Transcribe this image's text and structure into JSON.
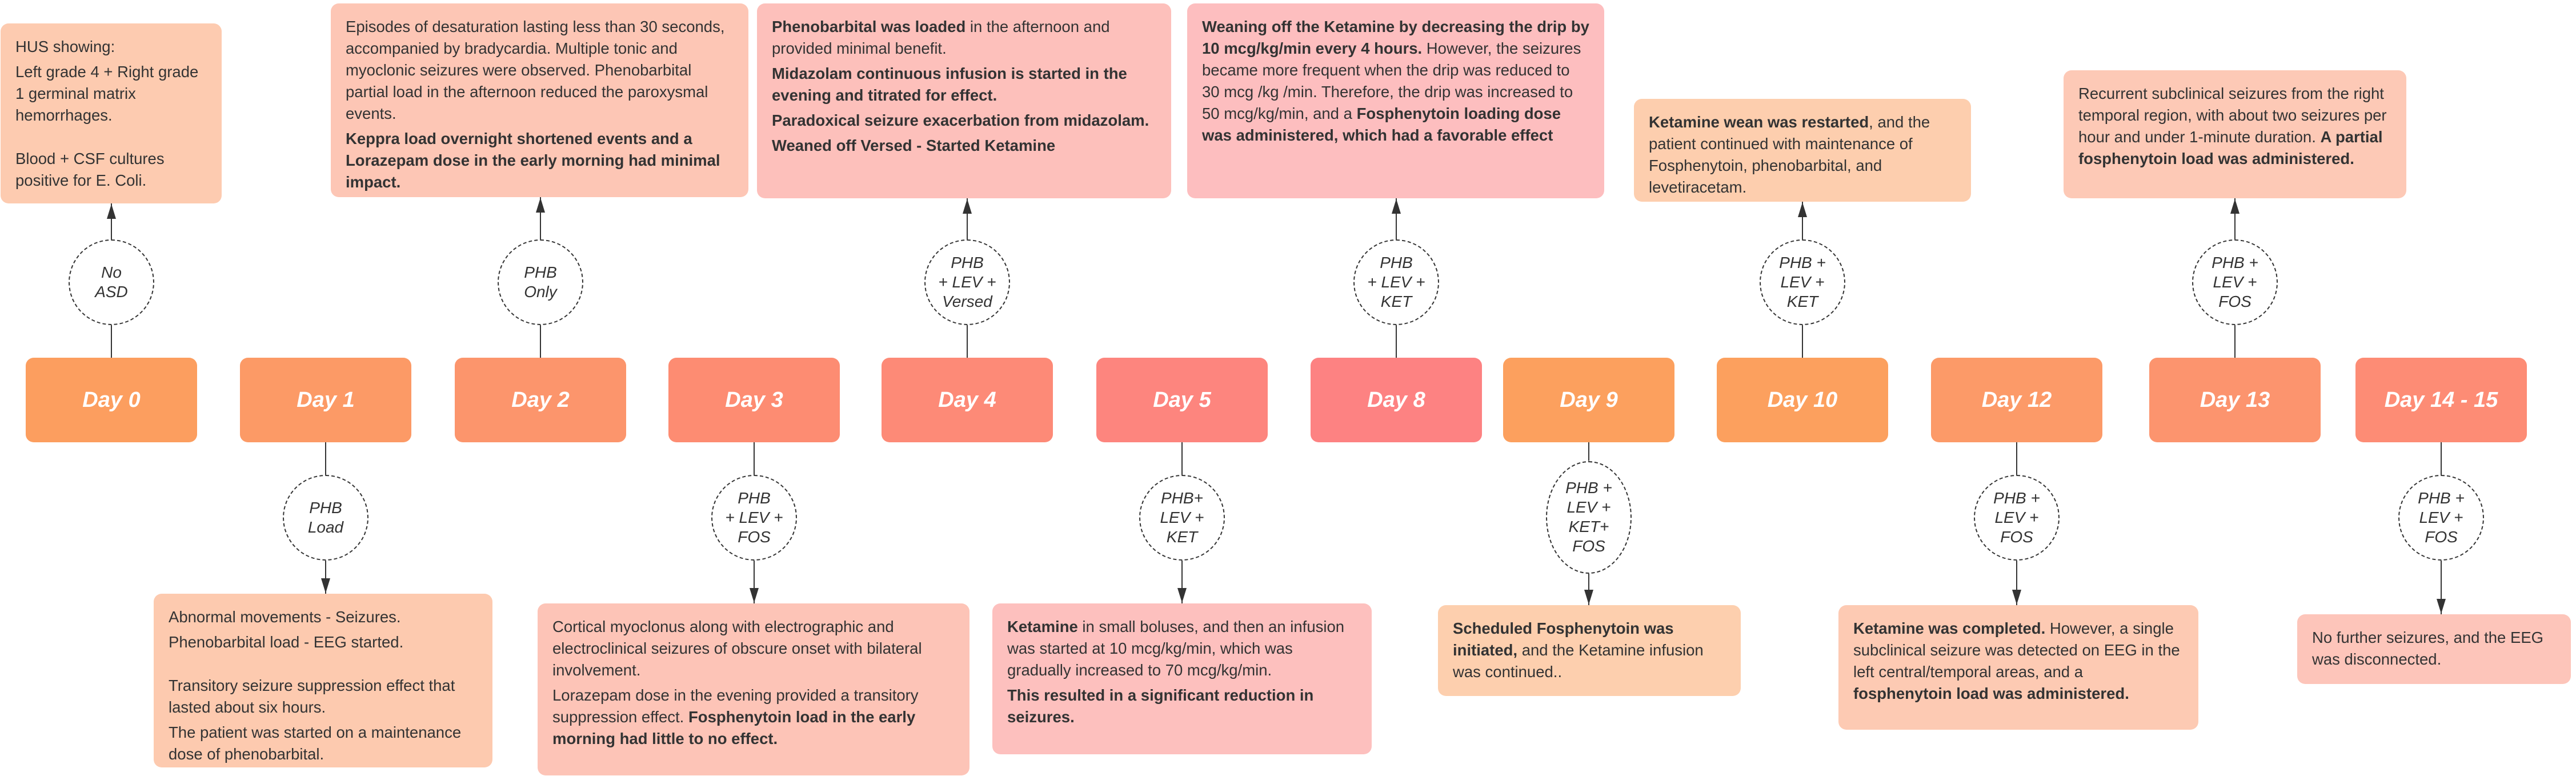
{
  "timeline": {
    "days": [
      {
        "label": "Day 0",
        "color": "#FC9E5F",
        "regimen": [
          "No",
          "ASD"
        ],
        "note_color": "#FDCBB0",
        "note": [
          {
            "segments": [
              {
                "text": "HUS showing:",
                "bold": false
              }
            ]
          },
          {
            "segments": [
              {
                "text": "Left grade 4 + Right grade 1 germinal matrix hemorrhages.",
                "bold": false
              }
            ]
          },
          {
            "spaced": true,
            "segments": [
              {
                "text": "Blood  + CSF cultures positive for E. Coli.",
                "bold": false
              }
            ]
          }
        ]
      },
      {
        "label": "Day 1",
        "color": "#FC9A66",
        "regimen": [
          "PHB",
          "Load"
        ],
        "note_color": "#FDCAAF",
        "note": [
          {
            "segments": [
              {
                "text": "Abnormal movements - Seizures.",
                "bold": false
              }
            ]
          },
          {
            "segments": [
              {
                "text": "Phenobarbital load - EEG started.",
                "bold": false
              }
            ]
          },
          {
            "spaced": true,
            "segments": [
              {
                "text": "Transitory seizure suppression effect that lasted about six hours.",
                "bold": false
              }
            ]
          },
          {
            "segments": [
              {
                "text": "The patient was started on a maintenance dose of phenobarbital.",
                "bold": false
              }
            ]
          }
        ]
      },
      {
        "label": "Day 2",
        "color": "#FC956C",
        "regimen": [
          "PHB",
          "Only"
        ],
        "note_color": "#FDC6B5",
        "note": [
          {
            "segments": [
              {
                "text": " Episodes of desaturation lasting less than 30 seconds, accompanied by bradycardia. Multiple tonic and myoclonic seizures were observed. Phenobarbital partial load in the afternoon reduced the paroxysmal events.",
                "bold": false
              }
            ]
          },
          {
            "segments": [
              {
                "text": "Keppra load overnight shortened events and a Lorazepam dose in the early morning had minimal impact.",
                "bold": true
              }
            ]
          }
        ]
      },
      {
        "label": "Day 3",
        "color": "#FD8C72",
        "regimen": [
          "PHB",
          "+ LEV +",
          "FOS"
        ],
        "note_color": "#FDC4B7",
        "note": [
          {
            "segments": [
              {
                "text": "Cortical myoclonus along with electrographic and electroclinical seizures of obscure onset with bilateral involvement.",
                "bold": false
              }
            ]
          },
          {
            "segments": [
              {
                "text": "Lorazepam dose in the evening provided a transitory suppression effect. ",
                "bold": false
              },
              {
                "text": "Fosphenytoin load in the early morning had little to no effect.",
                "bold": true
              }
            ]
          }
        ]
      },
      {
        "label": "Day 4",
        "color": "#FD8A77",
        "regimen": [
          "PHB",
          "+ LEV +",
          "Versed"
        ],
        "note_color": "#FDC0BB",
        "note": [
          {
            "segments": [
              {
                "text": "Phenobarbital was loaded",
                "bold": true
              },
              {
                "text": " in the afternoon and provided minimal benefit.",
                "bold": false
              }
            ]
          },
          {
            "segments": [
              {
                "text": "Midazolam continuous infusion is started in the evening and titrated for effect.",
                "bold": true
              }
            ]
          },
          {
            "segments": [
              {
                "text": "Paradoxical seizure exacerbation from midazolam.",
                "bold": true
              }
            ]
          },
          {
            "segments": [
              {
                "text": "Weaned off Versed - Started Ketamine",
                "bold": true
              }
            ]
          }
        ]
      },
      {
        "label": "Day 5",
        "color": "#FD857E",
        "regimen": [
          "PHB+",
          "LEV +",
          "KET"
        ],
        "note_color": "#FDC0BE",
        "note": [
          {
            "segments": [
              {
                "text": "Ketamine",
                "bold": true
              },
              {
                "text": " in small boluses, and then an infusion was started at 10 mcg/kg/min, which was gradually increased to 70 mcg/kg/min.",
                "bold": false
              }
            ]
          },
          {
            "segments": [
              {
                "text": "This resulted in a significant reduction in seizures.",
                "bold": true
              }
            ]
          }
        ]
      },
      {
        "label": "Day 8",
        "color": "#FD8282",
        "regimen": [
          "PHB",
          "+ LEV +",
          "KET"
        ],
        "note_color": "#FDBEBF",
        "note": [
          {
            "segments": [
              {
                "text": "Weaning off the Ketamine by decreasing the drip by 10 mcg/kg/min every 4 hours.",
                "bold": true
              },
              {
                "text": " However, the seizures became more frequent when the drip was reduced to 30 mcg /kg /min. Therefore, the drip was increased to 50 mcg/kg/min, and a ",
                "bold": false
              },
              {
                "text": "Fosphenytoin loading dose was administered, which had a favorable effect",
                "bold": true
              }
            ]
          }
        ]
      },
      {
        "label": "Day 9",
        "color": "#FCA05E",
        "regimen": [
          "PHB +",
          "LEV +",
          "KET+",
          "FOS"
        ],
        "note_color": "#FDCFAE",
        "note": [
          {
            "segments": [
              {
                "text": "Scheduled Fosphenytoin was initiated,",
                "bold": true
              },
              {
                "text": " and the Ketamine infusion was continued..",
                "bold": false
              }
            ]
          }
        ]
      },
      {
        "label": "Day 10",
        "color": "#FCA05E",
        "regimen": [
          "PHB +",
          "LEV +",
          "KET"
        ],
        "note_color": "#FDCEAE",
        "note": [
          {
            "segments": [
              {
                "text": "Ketamine wean was restarted",
                "bold": true
              },
              {
                "text": ", and the patient continued with maintenance of Fosphenytoin, phenobarbital, and levetiracetam.",
                "bold": false
              }
            ]
          }
        ]
      },
      {
        "label": "Day 12",
        "color": "#FC9A68",
        "regimen": [
          "PHB +",
          "LEV +",
          "FOS"
        ],
        "note_color": "#FDCAB3",
        "note": [
          {
            "segments": [
              {
                "text": "Ketamine was completed.",
                "bold": true
              },
              {
                "text": " However, a single subclinical seizure was detected on EEG in the left central/temporal areas, and a ",
                "bold": false
              },
              {
                "text": "fosphenytoin load was administered.",
                "bold": true
              }
            ]
          }
        ]
      },
      {
        "label": "Day 13",
        "color": "#FC946E",
        "regimen": [
          "PHB +",
          "LEV +",
          "FOS"
        ],
        "note_color": "#FDC9B6",
        "note": [
          {
            "segments": [
              {
                "text": "Recurrent subclinical seizures from the right temporal region, with about two seizures per hour and under 1-minute duration. ",
                "bold": false
              },
              {
                "text": "A partial fosphenytoin load was administered.",
                "bold": true
              }
            ]
          }
        ]
      },
      {
        "label": "Day 14 - 15",
        "color": "#FD8C75",
        "regimen": [
          "PHB +",
          "LEV +",
          "FOS"
        ],
        "note_color": "#FDC5BA",
        "note": [
          {
            "segments": [
              {
                "text": "No further seizures, and the EEG was disconnected.",
                "bold": false
              }
            ]
          }
        ]
      }
    ]
  }
}
